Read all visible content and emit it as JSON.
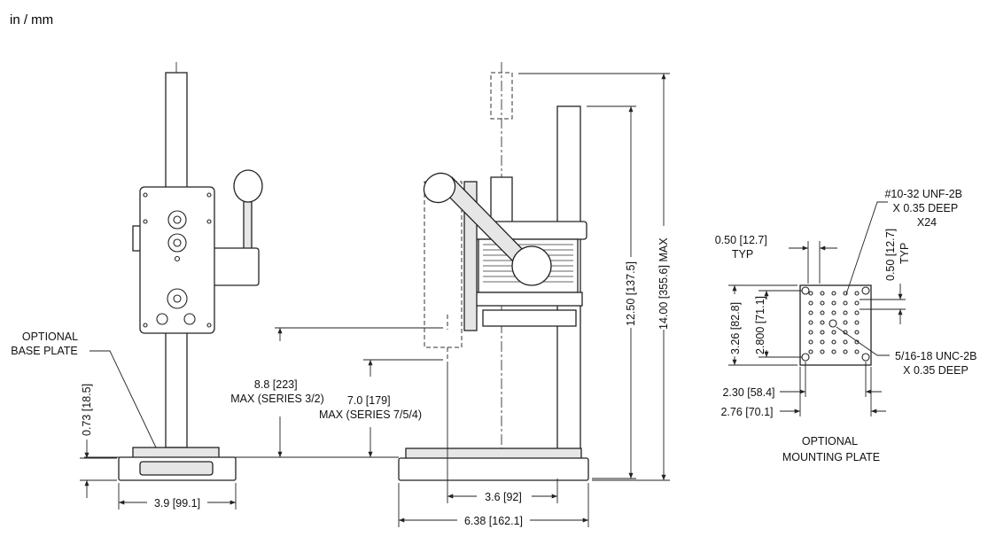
{
  "units_label": "in / mm",
  "front_view": {
    "base_plate_callout": [
      "OPTIONAL",
      "BASE PLATE"
    ],
    "base_height_dim": "0.73 [18.5]",
    "base_width_dim": "3.9 [99.1]"
  },
  "side_view": {
    "height_series_32": [
      "8.8 [223]",
      "MAX (SERIES 3/2)"
    ],
    "height_series_754": [
      "7.0 [179]",
      "MAX (SERIES 7/5/4)"
    ],
    "column_height_dim": "12.50 [137.5]",
    "overall_height_dim": "14.00 [355.6] MAX",
    "column_offset_dim": "3.6 [92]",
    "base_depth_dim": "6.38 [162.1]"
  },
  "mounting_plate": {
    "thread_callout_small": [
      "#10-32 UNF-2B",
      "X 0.35 DEEP",
      "X24"
    ],
    "spacing_top_dim": [
      "0.50 [12.7]",
      "TYP"
    ],
    "spacing_right_dim": [
      "0.50 [12.7]",
      "TYP"
    ],
    "height_outer_dim": "3.26 [82.8]",
    "height_inner_dim": "2.800 [71.1]",
    "thread_callout_large": [
      "5/16-18 UNC-2B",
      "X 0.35 DEEP"
    ],
    "width_inner_dim": "2.30 [58.4]",
    "width_outer_dim": "2.76 [70.1]",
    "caption": [
      "OPTIONAL",
      "MOUNTING PLATE"
    ]
  }
}
